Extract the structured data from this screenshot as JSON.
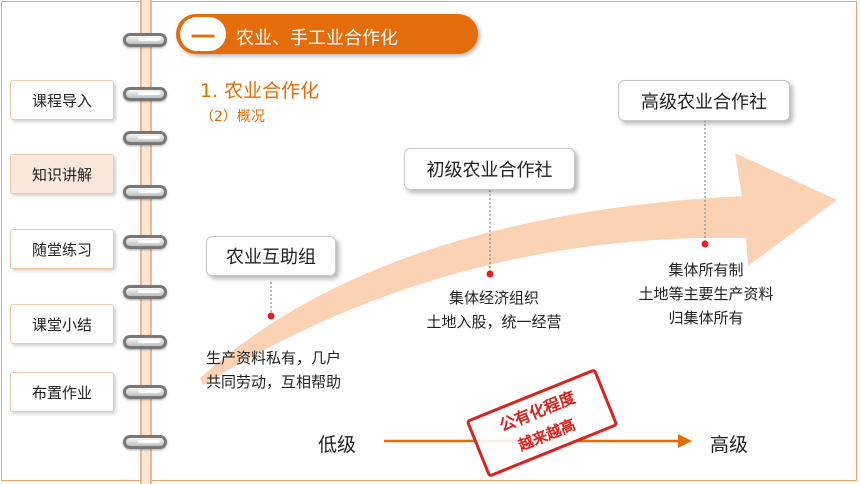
{
  "nav": {
    "items": [
      {
        "label": "课程导入",
        "active": false
      },
      {
        "label": "知识讲解",
        "active": true
      },
      {
        "label": "随堂练习",
        "active": false
      },
      {
        "label": "课堂小结",
        "active": false
      },
      {
        "label": "布置作业",
        "active": false
      }
    ]
  },
  "section": {
    "number": "一",
    "title": "农业、手工业合作化"
  },
  "heading": {
    "title": "1. 农业合作化",
    "subtitle": "（2）概况"
  },
  "stages": [
    {
      "label": "农业互助组",
      "desc": [
        "生产资料私有，几户",
        "共同劳动，互相帮助"
      ]
    },
    {
      "label": "初级农业合作社",
      "desc": [
        "集体经济组织",
        "土地入股，统一经营"
      ]
    },
    {
      "label": "高级农业合作社",
      "desc": [
        "集体所有制",
        "土地等主要生产资料",
        "归集体所有"
      ]
    }
  ],
  "axis": {
    "low": "低级",
    "high": "高级"
  },
  "stamp": {
    "line1": "公有化程度",
    "line2": "越来越高"
  },
  "colors": {
    "accent": "#e46c0a",
    "arrow": "#fbd2b3",
    "stamp": "#d8231f",
    "dot": "#e8201c"
  }
}
